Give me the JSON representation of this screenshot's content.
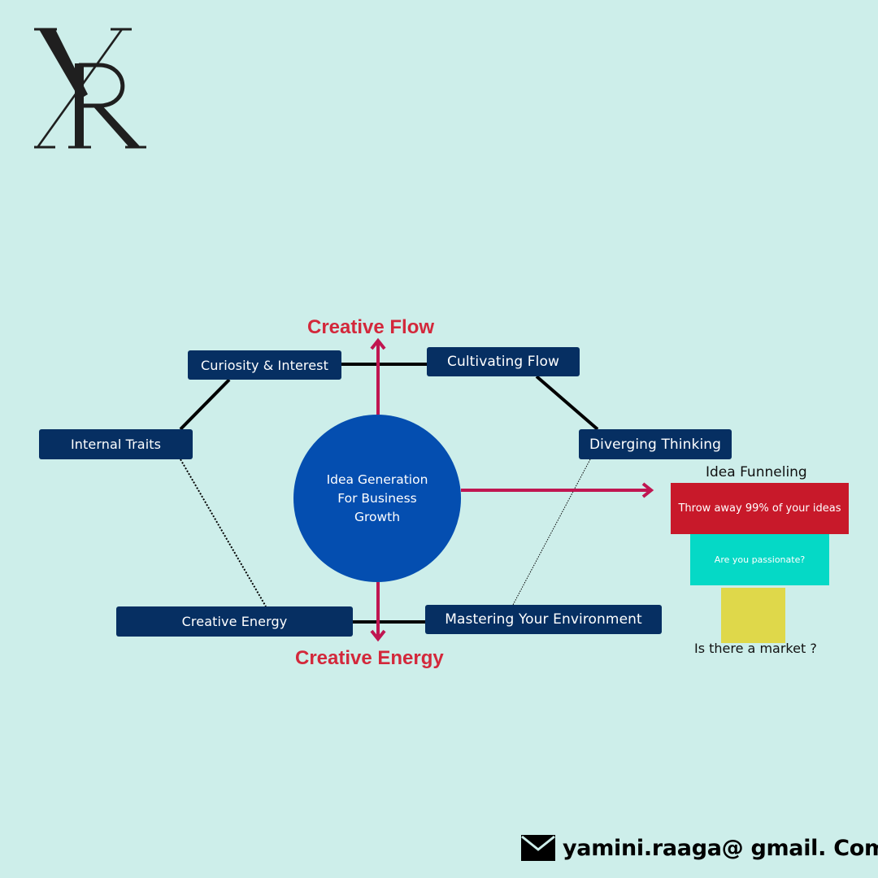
{
  "diagram": {
    "top_title": "Creative Flow",
    "bottom_title": "Creative Energy",
    "center": "Idea Generation For Business Growth",
    "nodes": {
      "curiosity": "Curiosity & Interest",
      "cultivating": "Cultivating Flow",
      "internal": "Internal Traits",
      "diverging": "Diverging Thinking",
      "energy": "Creative Energy",
      "environment": "Mastering Your Environment"
    }
  },
  "funnel": {
    "title": "Idea Funneling",
    "level1": "Throw away 99% of your ideas",
    "level2": "Are you passionate?",
    "level3": "",
    "footer": "Is there a market ?"
  },
  "contact": {
    "email": "yamini.raaga@ gmail. Com",
    "icon": "envelope-icon"
  },
  "colors": {
    "background": "#cdeeea",
    "node": "#062f62",
    "hub": "#044eb0",
    "arrow": "#c01651",
    "title": "#d3283b",
    "funnel_red": "#c8192a",
    "funnel_cyan": "#05d9c6",
    "funnel_yellow": "#dfd84a"
  }
}
